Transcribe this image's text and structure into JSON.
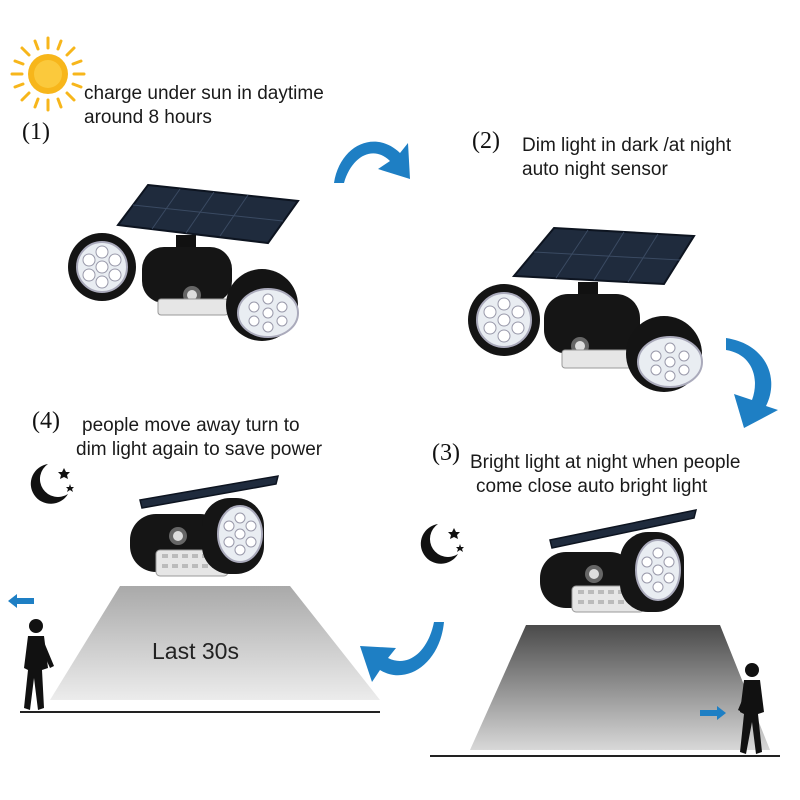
{
  "colors": {
    "arrow_blue": "#1e7fc4",
    "sun": "#f7b61b",
    "panel": "#1e2a3a",
    "body": "#111111"
  },
  "steps": [
    {
      "number": "(1)",
      "line1": "charge under sun in daytime",
      "line2": "around 8 hours",
      "icon": "sun-icon"
    },
    {
      "number": "(2)",
      "line1": "Dim light in dark /at night",
      "line2": "auto night sensor"
    },
    {
      "number": "(3)",
      "line1": "Bright light at night when people",
      "line2": "come close auto bright light",
      "icon": "moon-stars-icon"
    },
    {
      "number": "(4)",
      "line1": "people move away turn to",
      "line2": "dim light again to save power",
      "icon": "moon-stars-icon"
    }
  ],
  "timer_label": "Last 30s"
}
